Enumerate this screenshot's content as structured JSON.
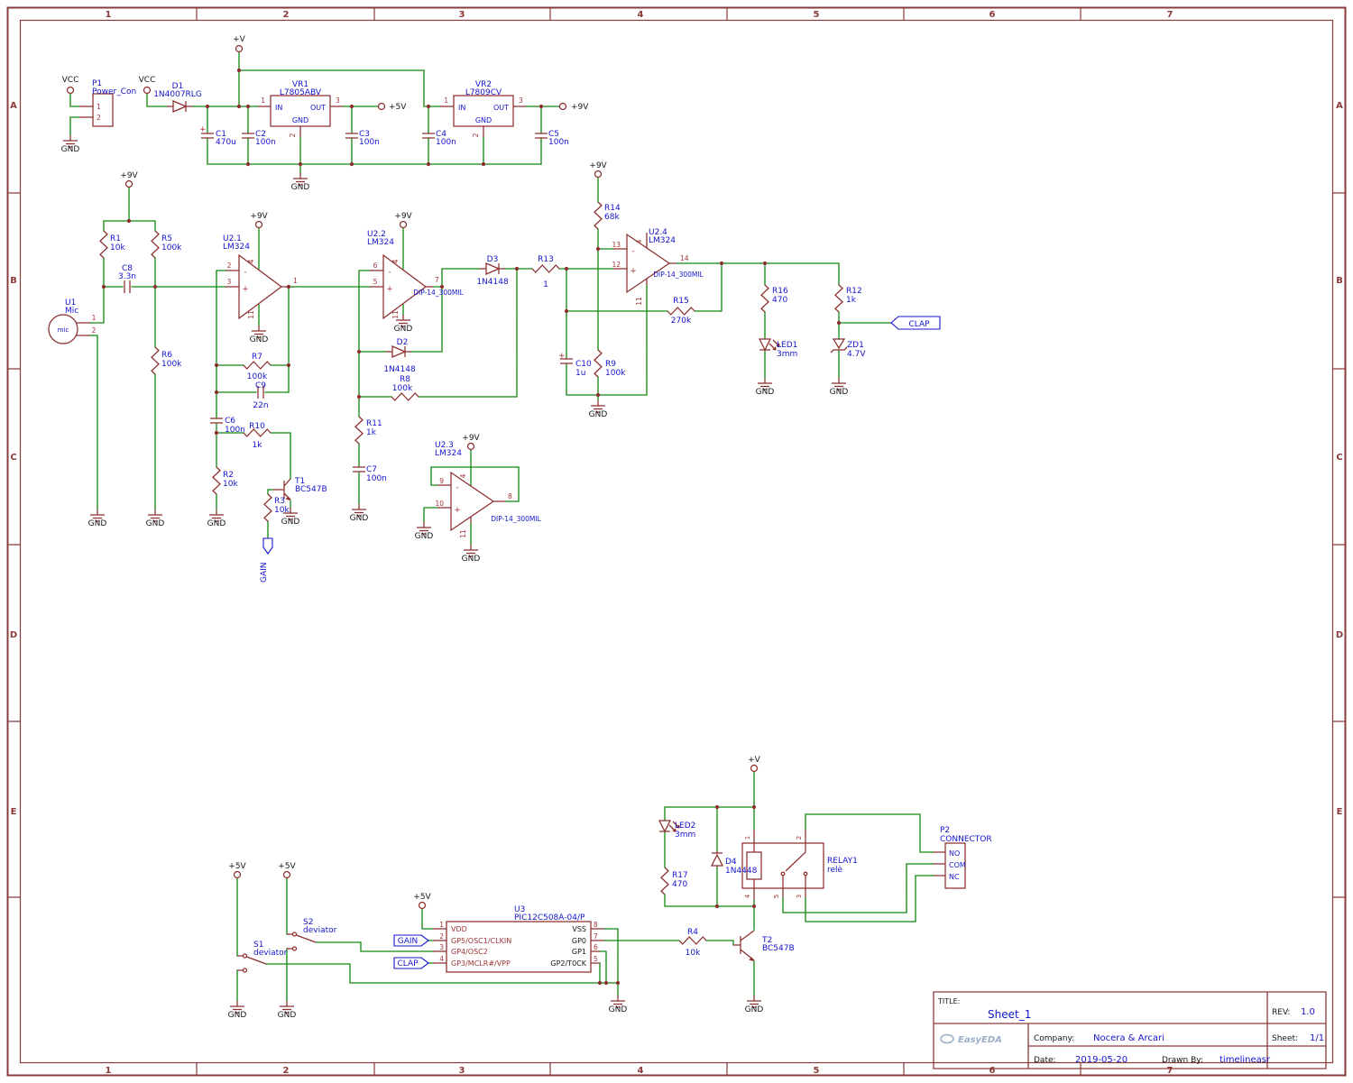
{
  "frame": {
    "cols": [
      "1",
      "2",
      "3",
      "4",
      "5",
      "6",
      "7"
    ],
    "rows": [
      "A",
      "B",
      "C",
      "D",
      "E"
    ]
  },
  "nets": {
    "gnd": "GND",
    "vcc": "VCC",
    "v": "+V",
    "v5": "+5V",
    "v9": "+9V",
    "gain": "GAIN",
    "clap": "CLAP"
  },
  "sym": {
    "plus": "+",
    "minus": "-",
    "mic": "mic"
  },
  "colors": {
    "wire": "#0f870f",
    "part": "#8c2d2e",
    "net_blue": "#1414cc",
    "frame": "#8b3a3a",
    "logo": "#9ab0c8"
  },
  "parts": {
    "P1": {
      "ref": "P1",
      "val": "Power_Con",
      "pin1": "1",
      "pin2": "2"
    },
    "D1": {
      "ref": "D1",
      "val": "1N4007RLG"
    },
    "VR1": {
      "ref": "VR1",
      "val": "L7805ABV"
    },
    "VR2": {
      "ref": "VR2",
      "val": "L7809CV"
    },
    "reg": {
      "in": "IN",
      "out": "OUT",
      "gnd": "GND",
      "pin_in": "1",
      "pin_out": "3",
      "pin_gnd": "2"
    },
    "C1": {
      "ref": "C1",
      "val": "470u"
    },
    "C2": {
      "ref": "C2",
      "val": "100n"
    },
    "C3": {
      "ref": "C3",
      "val": "100n"
    },
    "C4": {
      "ref": "C4",
      "val": "100n"
    },
    "C5": {
      "ref": "C5",
      "val": "100n"
    },
    "U1": {
      "ref": "U1",
      "val": "Mic",
      "pin1": "1",
      "pin2": "2"
    },
    "R1": {
      "ref": "R1",
      "val": "10k"
    },
    "R5": {
      "ref": "R5",
      "val": "100k"
    },
    "R6": {
      "ref": "R6",
      "val": "100k"
    },
    "C8": {
      "ref": "C8",
      "val": "3.3n"
    },
    "U21": {
      "ref": "U2.1",
      "val": "LM324",
      "pm": "2",
      "pp": "3",
      "po": "1",
      "pwr": "4",
      "gndp": "11"
    },
    "U22": {
      "ref": "U2.2",
      "val": "LM324",
      "pm": "6",
      "pp": "5",
      "po": "7",
      "pwr": "4",
      "gndp": "11"
    },
    "U23": {
      "ref": "U2.3",
      "val": "LM324",
      "pm": "9",
      "pp": "10",
      "po": "8",
      "pwr": "4",
      "gndp": "11"
    },
    "U24": {
      "ref": "U2.4",
      "val": "LM324",
      "pm": "13",
      "pp": "12",
      "po": "14",
      "pwr": "4",
      "gndp": "11"
    },
    "dip": "DIP-14_300MIL",
    "R7": {
      "ref": "R7",
      "val": "100k"
    },
    "C9": {
      "ref": "C9",
      "val": "22n"
    },
    "C6": {
      "ref": "C6",
      "val": "100n"
    },
    "R10": {
      "ref": "R10",
      "val": "1k"
    },
    "R2": {
      "ref": "R2",
      "val": "10k"
    },
    "R3": {
      "ref": "R3",
      "val": "10k"
    },
    "T1": {
      "ref": "T1",
      "val": "BC547B"
    },
    "D2": {
      "ref": "D2",
      "val": "1N4148"
    },
    "R8": {
      "ref": "R8",
      "val": "100k"
    },
    "R11": {
      "ref": "R11",
      "val": "1k"
    },
    "C7": {
      "ref": "C7",
      "val": "100n"
    },
    "D3": {
      "ref": "D3",
      "val": "1N4148"
    },
    "R13": {
      "ref": "R13",
      "val": "1"
    },
    "R14": {
      "ref": "R14",
      "val": "68k"
    },
    "R15": {
      "ref": "R15",
      "val": "270k"
    },
    "C10": {
      "ref": "C10",
      "val": "1u"
    },
    "R9": {
      "ref": "R9",
      "val": "100k"
    },
    "R16": {
      "ref": "R16",
      "val": "470"
    },
    "LED1": {
      "ref": "LED1",
      "val": "3mm"
    },
    "R12": {
      "ref": "R12",
      "val": "1k"
    },
    "ZD1": {
      "ref": "ZD1",
      "val": "4.7V"
    },
    "S1": {
      "ref": "S1",
      "val": "deviator"
    },
    "S2": {
      "ref": "S2",
      "val": "deviator"
    },
    "U3": {
      "ref": "U3",
      "val": "PIC12C508A-04/P",
      "left": [
        {
          "n": "1",
          "name": "VDD"
        },
        {
          "n": "2",
          "name": "GP5/OSC1/CLKIN"
        },
        {
          "n": "3",
          "name": "GP4/OSC2"
        },
        {
          "n": "4",
          "name": "GP3/MCLR#/VPP"
        }
      ],
      "right": [
        {
          "n": "8",
          "name": "VSS"
        },
        {
          "n": "7",
          "name": "GP0"
        },
        {
          "n": "6",
          "name": "GP1"
        },
        {
          "n": "5",
          "name": "GP2/T0CK"
        }
      ]
    },
    "R4": {
      "ref": "R4",
      "val": "10k"
    },
    "T2": {
      "ref": "T2",
      "val": "BC547B"
    },
    "LED2": {
      "ref": "LED2",
      "val": "3mm"
    },
    "R17": {
      "ref": "R17",
      "val": "470"
    },
    "D4": {
      "ref": "D4",
      "val": "1N4448"
    },
    "RELAY1": {
      "ref": "RELAY1",
      "val": "relè",
      "p1": "1",
      "p2": "2",
      "p3": "3",
      "p4": "4",
      "p5": "5"
    },
    "P2": {
      "ref": "P2",
      "val": "CONNECTOR",
      "no": "NO",
      "com": "COM",
      "nc": "NC"
    }
  },
  "title_block": {
    "title_label": "TITLE:",
    "title": "Sheet_1",
    "rev_label": "REV:",
    "rev": "1.0",
    "company_label": "Company:",
    "company": "Nocera & Arcari",
    "sheet_label": "Sheet:",
    "sheet": "1/1",
    "date_label": "Date:",
    "date": "2019-05-20",
    "drawn_label": "Drawn By:",
    "drawn": "timelineasr",
    "logo": "EasyEDA"
  }
}
